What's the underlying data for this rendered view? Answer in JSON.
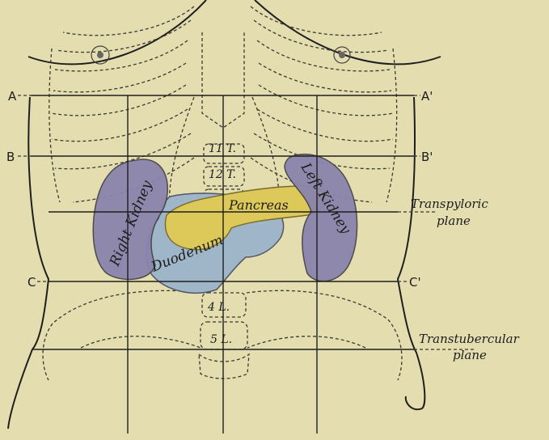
{
  "figure": {
    "plane_labels": {
      "a_left": "A",
      "a_right": "A'",
      "b_left": "B",
      "b_right": "B'",
      "c_left": "C",
      "c_right": "C'"
    },
    "vertebra_labels": {
      "t11": "11 T.",
      "t12": "12 T.",
      "l4": "4 L.",
      "l5": "5 L."
    },
    "organ_labels": {
      "right_kidney": "Right Kidney",
      "left_kidney": "Left Kidney",
      "pancreas": "Pancreas",
      "duodenum": "Duodenum"
    },
    "plane_names": {
      "transpyloric_line1": "Transpyloric",
      "transpyloric_line2": "plane",
      "transtubercular_line1": "Transtubercular",
      "transtubercular_line2": "plane"
    },
    "colors": {
      "background": "#e3ddb0",
      "kidney": "#8b84ad",
      "duodenum": "#9eb6c7",
      "pancreas": "#dcc95a"
    }
  }
}
